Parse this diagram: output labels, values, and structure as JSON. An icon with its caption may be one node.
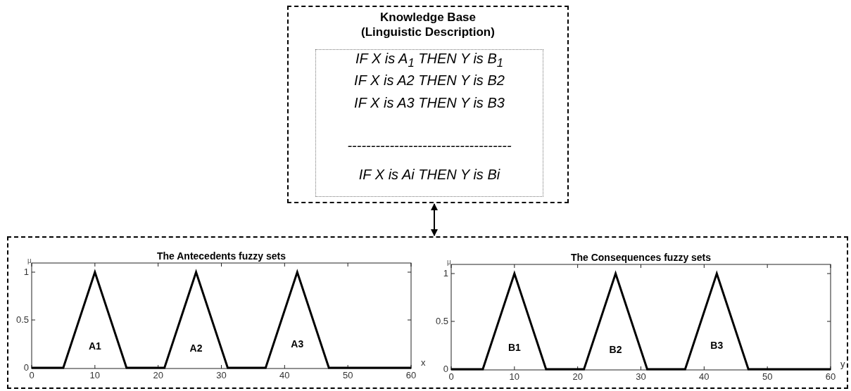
{
  "diagram": {
    "nodes": [
      {
        "text": [
          "Knowledge Base (Linguistic Description)"
        ]
      },
      {
        "text": [
          "IF X is A$_{1}$ THEN Y is B$_{1}$",
          "IF X is A2 THEN Y is B2",
          "IF X is A3 THEN Y is B3",
          "-----------------------------------",
          "IF X is Ai THEN Y is Bi"
        ],
        "in": 0
      },
      {
        "text": [],
        "shape": "box"
      },
      {
        "text": [
          "The Antecedents fuzzy sets"
        ],
        "in": 2
      },
      {
        "text": [
          "The Consequences fuzzy sets"
        ],
        "in": 2
      }
    ],
    "edges": [
      {
        "from": 0,
        "to": 2,
        "arrow": "both"
      }
    ],
    "labels": [
      "μ",
      "1",
      "0.5",
      "0",
      "0",
      "10",
      "20",
      "30",
      "40",
      "50",
      "60",
      "A1",
      "A2",
      "A3",
      "x",
      "μ",
      "1",
      "0.5",
      "0",
      "0",
      "10",
      "20",
      "30",
      "40",
      "50",
      "60",
      "B1",
      "B2",
      "B3",
      "y"
    ]
  }
}
